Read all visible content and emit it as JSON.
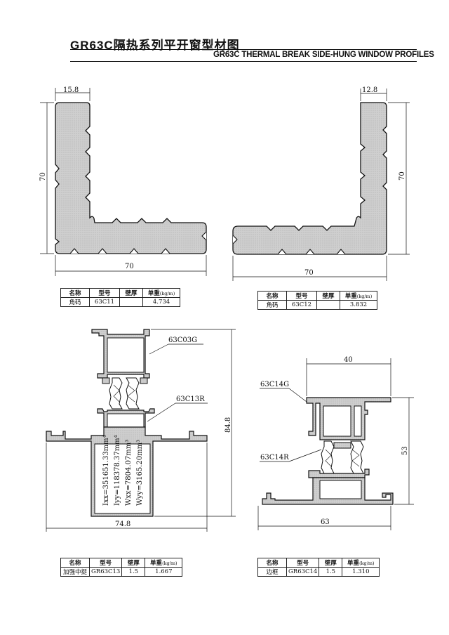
{
  "header": {
    "title_cn": "GR63C隔热系列平开窗型材图",
    "title_en": "GR63C THERMAL BREAK SIDE-HUNG WINDOW PROFILES"
  },
  "profiles": {
    "c11": {
      "dims": {
        "top": "15.8",
        "height": "70",
        "width": "70"
      }
    },
    "c12": {
      "dims": {
        "top": "12.8",
        "height": "70",
        "width": "70"
      }
    },
    "c13": {
      "callouts": {
        "upper": "63C03G",
        "lower": "63C13R"
      },
      "dims": {
        "height": "84.8",
        "width": "74.8"
      },
      "props": {
        "ixx": "Ixx=351651.33mm⁴",
        "iyy": "Iyy=118378.37mm⁴",
        "wxx": "Wxx=7804.07mm³",
        "wyy": "Wyy=3165.20mm³"
      }
    },
    "c14": {
      "callouts": {
        "upper": "63C14G",
        "lower": "63C14R"
      },
      "dims": {
        "top": "40",
        "height": "53",
        "width": "63"
      }
    }
  },
  "tables": {
    "headers": {
      "name": "名称",
      "model": "型号",
      "wall": "壁厚",
      "weight": "单重",
      "unit": "(kg/m)"
    },
    "c11": {
      "name": "角码",
      "model": "63C11",
      "wall": "",
      "weight": "4.734"
    },
    "c12": {
      "name": "角码",
      "model": "63C12",
      "wall": "",
      "weight": "3.832"
    },
    "c13": {
      "name": "加强中挺",
      "model": "GR63C13",
      "wall": "1.5",
      "weight": "1.667"
    },
    "c14": {
      "name": "边框",
      "model": "GR63C14",
      "wall": "1.5",
      "weight": "1.310"
    }
  },
  "colors": {
    "fill": "#cfcfcf",
    "line": "#111111",
    "insulation": "#ffffff"
  }
}
